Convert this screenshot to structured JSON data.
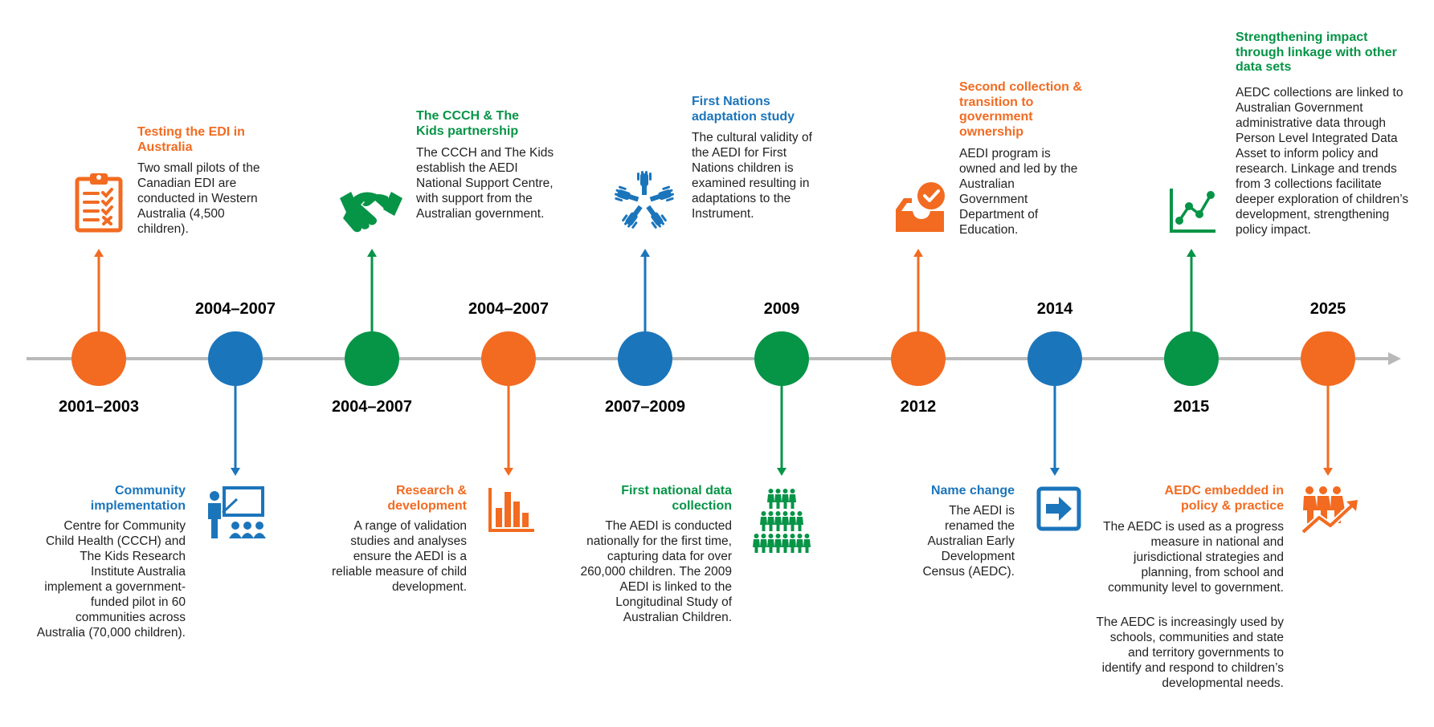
{
  "colors": {
    "orange": "#f26b21",
    "blue": "#1b75bb",
    "green": "#069447",
    "axis": "#b9b9b9"
  },
  "milestones": [
    {
      "year": "2001–2003",
      "color": "orange",
      "title": "Testing the EDI in Australia",
      "text": "Two small pilots of the Canadian EDI are conducted in Western Australia (4,500 children).",
      "icon": "clipboard-checklist-icon"
    },
    {
      "year": "2004–2007",
      "color": "blue",
      "title": "Community implementation",
      "text": "Centre for Community Child Health (CCCH) and The Kids Research Institute Australia implement a government-funded pilot in 60 communities across Australia (70,000 children).",
      "icon": "teacher-class-icon"
    },
    {
      "year": "2004–2007",
      "color": "green",
      "title": "The CCCH & The Kids partnership",
      "text": "The CCCH and The Kids establish the AEDI National Support Centre, with support from the Australian government.",
      "icon": "handshake-icon"
    },
    {
      "year": "2004–2007",
      "color": "orange",
      "title": "Research & development",
      "text": "A range of validation studies and analyses ensure the AEDI is a reliable measure of child development.",
      "icon": "bar-chart-icon"
    },
    {
      "year": "2007–2009",
      "color": "blue",
      "title": "First Nations adaptation study",
      "text": "The cultural validity of the AEDI for First Nations children is examined resulting in adaptations to the Instrument.",
      "icon": "hands-circle-icon"
    },
    {
      "year": "2009",
      "color": "green",
      "title": "First national data collection",
      "text": "The AEDI is conducted nationally for the first time, capturing data for over 260,000 children. The 2009 AEDI is linked to the Longitudinal Study of Australian Children.",
      "icon": "people-pyramid-icon"
    },
    {
      "year": "2012",
      "color": "orange",
      "title": "Second collection & transition to government ownership",
      "text": "AEDI program is owned and led by the Australian Government Department of Education.",
      "icon": "inbox-check-icon"
    },
    {
      "year": "2014",
      "color": "blue",
      "title": "Name change",
      "text": "The AEDI is renamed the Australian Early Development Census (AEDC).",
      "icon": "arrow-box-icon"
    },
    {
      "year": "2015",
      "color": "green",
      "title": "Strengthening impact through linkage with other data sets",
      "text": "AEDC collections are linked to Australian Government administrative data through Person Level Integrated Data Asset to inform policy and research. Linkage and trends from 3 collections facilitate deeper exploration of children’s development, strengthening policy impact.",
      "icon": "line-chart-icon"
    },
    {
      "year": "2025",
      "color": "orange",
      "title": "AEDC embedded in policy & practice",
      "text": "The AEDC is used as a progress measure in national and jurisdictional strategies and planning, from school and community level to government.",
      "text2": "The AEDC is increasingly used by schools, communities and state and territory governments to identify and respond to children’s developmental needs.",
      "icon": "people-growth-icon"
    }
  ]
}
